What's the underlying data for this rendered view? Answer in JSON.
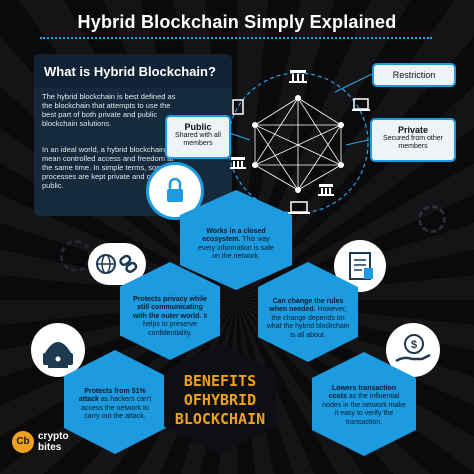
{
  "title": "Hybrid Blockchain Simply Explained",
  "info": {
    "heading": "What is Hybrid Blockchain?",
    "p1": "The hybrid blockchain is best defined as the blockchain that attempts to use the best part of both private and public blockchain solutions.",
    "p2": "In an ideal world, a hybrid blockchain will mean controlled access and freedom at the same time. In simple terms, some processes are kept private and others public."
  },
  "diagram": {
    "restriction": "Restriction",
    "public_title": "Public",
    "public_desc": "Shared with all members",
    "private_title": "Private",
    "private_desc": "Secured from other members"
  },
  "hexes": {
    "closed": {
      "bold": "Works in a closed ecosystem.",
      "rest": " This way every information is safe on the network."
    },
    "privacy": {
      "bold": "Protects privacy while still communicating with the outer world.",
      "rest": " It helps to preserve confidentiality."
    },
    "rules": {
      "bold": "Can change the rules when needed.",
      "rest": " However, the change depends on what the hybrid blockchain is all about."
    },
    "attack": {
      "bold": "Protects from 51% attack",
      "rest": " as hackers can't access the network to carry out the attack."
    },
    "fees": {
      "bold": "Lowers transaction costs",
      "rest": " as the influential nodes in the network make it easy to verify the transaction."
    }
  },
  "benefits_title": "BENEFITS OFHYBRID BLOCKCHAIN",
  "logo": {
    "mark": "Cb",
    "line1": "crypto",
    "line2": "bites"
  },
  "colors": {
    "accent": "#1d9be0",
    "orange": "#f0a020",
    "panel": "#152b3d"
  },
  "icons": [
    "lock-icon",
    "globe-icon",
    "chain-link-icon",
    "document-icon",
    "hacker-icon",
    "hand-dollar-icon",
    "bank-icon",
    "laptop-icon",
    "gear-icon"
  ]
}
